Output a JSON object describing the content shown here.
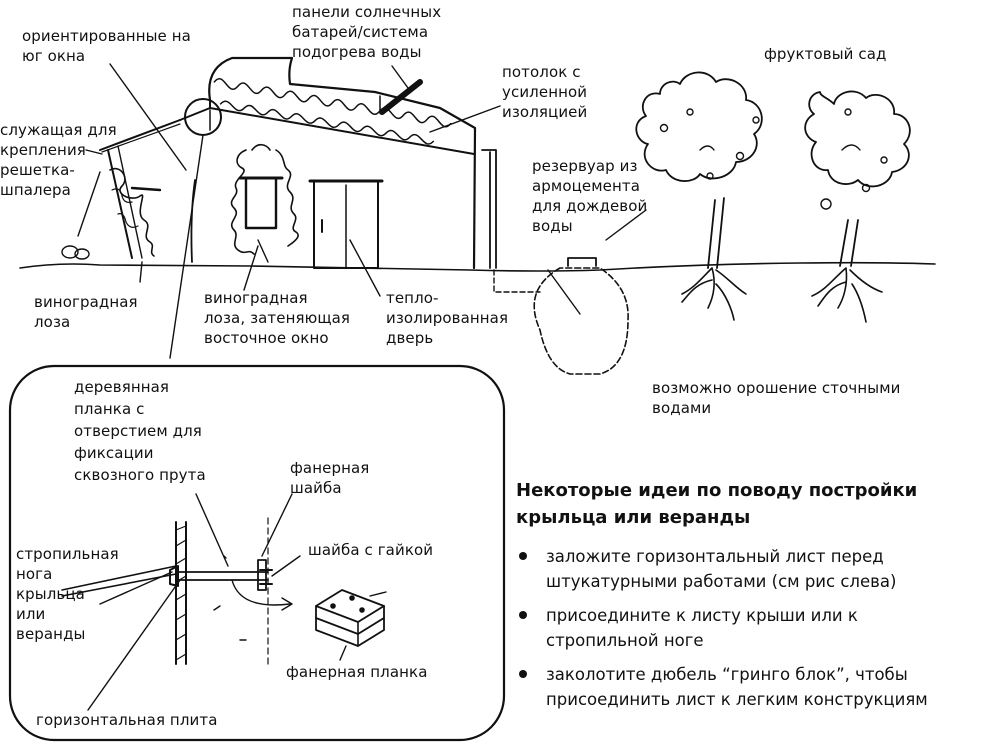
{
  "labels": {
    "south_windows": "ориентированные на\nюг окна",
    "solar_panels": "панели солнечных\nбатарей/система\nподогрева воды",
    "insulated_ceiling": "потолок с\nусиленной\nизоляцией",
    "orchard": "фруктовый сад",
    "trellis": "служащая для\nкрепления\nрешетка-\nшпалера",
    "tank": "резервуар из\nармоцемента\nдля дождевой\nводы",
    "grapevine": "виноградная\nлоза",
    "grapevine_shade": "виноградная\nлоза, затеняющая\nвосточное окно",
    "insulated_door": "тепло-\nизолированная\nдверь",
    "greywater": "возможно орошение сточными\nводами"
  },
  "detail": {
    "wood_strip": "деревянная\nпланка с\nотверстием для\nфиксации\nсквозного прута",
    "ply_washer": "фанерная\nшайба",
    "washer_nut": "шайба с гайкой",
    "rafter": "стропильная\nнога\nкрыльца\nили\nверанды",
    "ply_strip": "фанерная планка",
    "horizontal_plate": "горизонтальная плита"
  },
  "ideas": {
    "heading": "Некоторые идеи по поводу постройки\nкрыльца или веранды",
    "items": [
      "заложите горизонтальный лист перед\nштукатурными работами (см рис слева)",
      "присоедините к листу крыши или к\nстропильной ноге",
      "заколотите дюбель “гринго блок”, чтобы\nприсоединить лист к легким конструкциям"
    ]
  }
}
